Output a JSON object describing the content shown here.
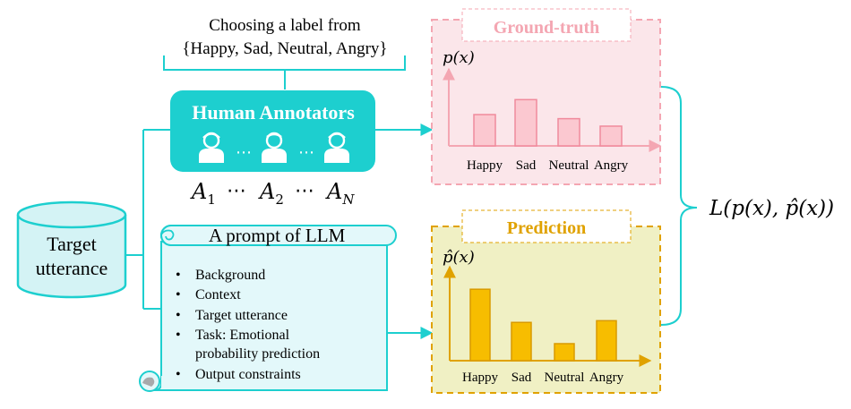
{
  "annotation": {
    "instruction_line1": "Choosing a label from",
    "instruction_line2": "{Happy, Sad, Neutral, Angry}",
    "box_title": "Human Annotators",
    "ellipsis": "⋯",
    "annotator_labels": [
      {
        "base": "A",
        "sub": "1"
      },
      {
        "base": "A",
        "sub": "2"
      },
      {
        "base": "A",
        "sub": "N"
      }
    ]
  },
  "target": {
    "line1": "Target",
    "line2": "utterance"
  },
  "prompt": {
    "title": "A prompt of LLM",
    "bullets": [
      [
        "Background"
      ],
      [
        "Context"
      ],
      [
        "Target utterance"
      ],
      [
        "Task: Emotional",
        "probability prediction"
      ],
      [
        "Output constraints"
      ]
    ]
  },
  "loss": {
    "text": "L(p(x), p̂(x))"
  },
  "colors": {
    "teal": "#1dcfcf",
    "pink": "#f4a6b2",
    "pink_bg": "#fbe6ea",
    "gold": "#e0a200",
    "gold_bg": "#f0f0c4",
    "prompt_bg": "#e3f8fa"
  },
  "chart_data": [
    {
      "type": "bar",
      "title": "Ground-truth",
      "ylabel": "p(x)",
      "categories": [
        "Happy",
        "Sad",
        "Neutral",
        "Angry"
      ],
      "values": [
        0.46,
        0.68,
        0.4,
        0.29
      ],
      "ylim": [
        0,
        1
      ],
      "grid": false,
      "legend": "none"
    },
    {
      "type": "bar",
      "title": "Prediction",
      "ylabel": "p̂(x)",
      "categories": [
        "Happy",
        "Sad",
        "Neutral",
        "Angry"
      ],
      "values": [
        0.84,
        0.45,
        0.2,
        0.47
      ],
      "ylim": [
        0,
        1
      ],
      "grid": false,
      "legend": "none"
    }
  ]
}
